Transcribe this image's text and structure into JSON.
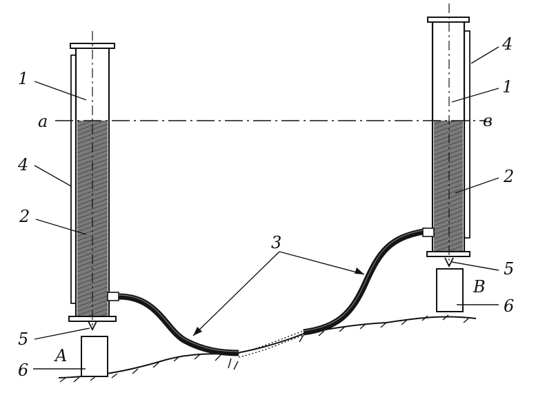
{
  "labels": {
    "l1_left": "1",
    "l2_left": "2",
    "l4_left": "4",
    "l5_left": "5",
    "l6_left": "6",
    "level_left": "a",
    "point_left": "A",
    "l3": "3",
    "l1_right": "1",
    "l2_right": "2",
    "l4_right": "4",
    "l5_right": "5",
    "l6_right": "6",
    "level_right": "в",
    "point_right": "B"
  },
  "colors": {
    "ink": "#111111",
    "liquid": "#6b6b6b",
    "hose": "#151515",
    "paper": "#ffffff"
  }
}
